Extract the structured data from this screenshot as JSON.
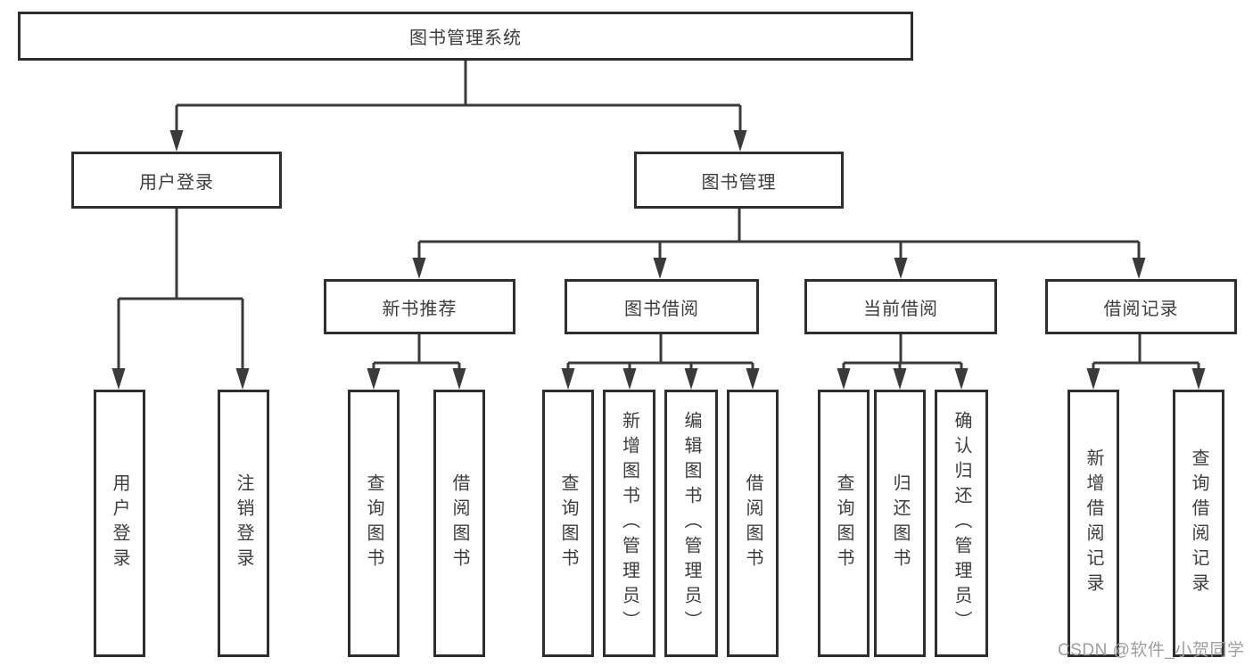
{
  "diagram": {
    "title": "图书管理系统",
    "nodes": {
      "root": {
        "label": "图书管理系统"
      },
      "userLogin": {
        "label": "用户登录"
      },
      "bookMgmt": {
        "label": "图书管理"
      },
      "newBookRec": {
        "label": "新书推荐"
      },
      "bookBorrow": {
        "label": "图书借阅"
      },
      "currentBorrow": {
        "label": "当前借阅"
      },
      "borrowRecords": {
        "label": "借阅记录"
      },
      "loginUser": {
        "label": "用户登录"
      },
      "logoutUser": {
        "label": "注销登录"
      },
      "recQueryBook": {
        "label": "查询图书"
      },
      "recBorrowBook": {
        "label": "借阅图书"
      },
      "borQueryBook": {
        "label": "查询图书"
      },
      "borAddBook": {
        "label": "新增图书（管理员）"
      },
      "borEditBook": {
        "label": "编辑图书（管理员）"
      },
      "borBorrowBook": {
        "label": "借阅图书"
      },
      "curQueryBook": {
        "label": "查询图书"
      },
      "curReturnBook": {
        "label": "归还图书"
      },
      "curConfirmReturn": {
        "label": "确认归还（管理员）"
      },
      "recAddRecord": {
        "label": "新增借阅记录"
      },
      "recQueryRecord": {
        "label": "查询借阅记录"
      }
    },
    "edges": [
      {
        "from": "root",
        "to": "userLogin"
      },
      {
        "from": "root",
        "to": "bookMgmt"
      },
      {
        "from": "userLogin",
        "to": "loginUser"
      },
      {
        "from": "userLogin",
        "to": "logoutUser"
      },
      {
        "from": "bookMgmt",
        "to": "newBookRec"
      },
      {
        "from": "bookMgmt",
        "to": "bookBorrow"
      },
      {
        "from": "bookMgmt",
        "to": "currentBorrow"
      },
      {
        "from": "bookMgmt",
        "to": "borrowRecords"
      },
      {
        "from": "newBookRec",
        "to": "recQueryBook"
      },
      {
        "from": "newBookRec",
        "to": "recBorrowBook"
      },
      {
        "from": "bookBorrow",
        "to": "borQueryBook"
      },
      {
        "from": "bookBorrow",
        "to": "borAddBook"
      },
      {
        "from": "bookBorrow",
        "to": "borEditBook"
      },
      {
        "from": "bookBorrow",
        "to": "borBorrowBook"
      },
      {
        "from": "currentBorrow",
        "to": "curQueryBook"
      },
      {
        "from": "currentBorrow",
        "to": "curReturnBook"
      },
      {
        "from": "currentBorrow",
        "to": "curConfirmReturn"
      },
      {
        "from": "borrowRecords",
        "to": "recAddRecord"
      },
      {
        "from": "borrowRecords",
        "to": "recQueryRecord"
      }
    ],
    "colors": {
      "background": "#ffffff",
      "line": "#3a3a3a",
      "border": "#2e2e2e",
      "text": "#3d3d3d",
      "watermark": "#9e9e9e"
    }
  },
  "watermark": {
    "text": "CSDN @软件_小贺同学"
  }
}
